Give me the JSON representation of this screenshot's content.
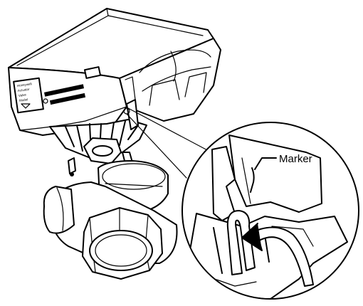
{
  "diagram": {
    "callout_label": "Marker",
    "product_label_lines": [
      "Honeywell",
      "Actuator",
      "Valve",
      "Model"
    ]
  }
}
